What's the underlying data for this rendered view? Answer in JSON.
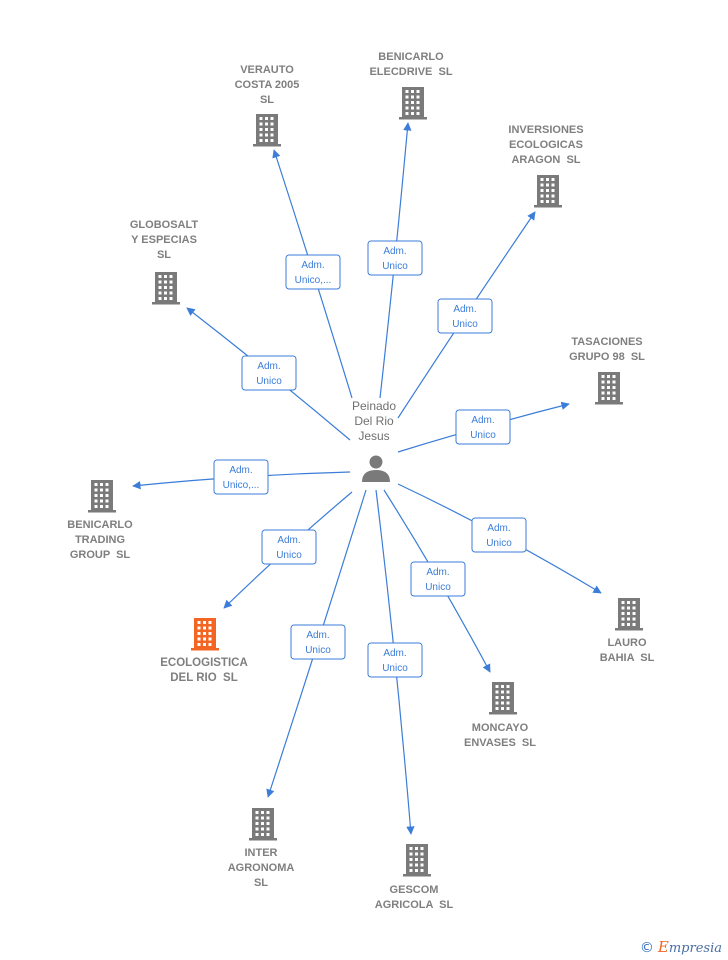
{
  "center": {
    "name_lines": [
      "Peinado",
      "Del Rio",
      "Jesus"
    ]
  },
  "colors": {
    "edge": "#3b7dd8",
    "building": "#7a7a7a",
    "highlight": "#f26522"
  },
  "companies": [
    {
      "id": "verauto",
      "lines": [
        "VERAUTO",
        "COSTA 2005",
        "SL"
      ],
      "role": [
        "Adm.",
        "Unico,..."
      ]
    },
    {
      "id": "benicarlo-elecdrive",
      "lines": [
        "BENICARLO",
        "ELECDRIVE  SL"
      ],
      "role": [
        "Adm.",
        "Unico"
      ]
    },
    {
      "id": "inversiones",
      "lines": [
        "INVERSIONES",
        "ECOLOGICAS",
        "ARAGON  SL"
      ],
      "role": [
        "Adm.",
        "Unico"
      ]
    },
    {
      "id": "globosalt",
      "lines": [
        "GLOBOSALT",
        "Y ESPECIAS",
        "SL"
      ],
      "role": [
        "Adm.",
        "Unico"
      ]
    },
    {
      "id": "tasaciones",
      "lines": [
        "TASACIONES",
        "GRUPO 98  SL"
      ],
      "role": [
        "Adm.",
        "Unico"
      ]
    },
    {
      "id": "benicarlo-trading",
      "lines": [
        "BENICARLO",
        "TRADING",
        "GROUP  SL"
      ],
      "role": [
        "Adm.",
        "Unico,..."
      ]
    },
    {
      "id": "ecologistica",
      "lines": [
        "ECOLOGISTICA",
        "DEL RIO  SL"
      ],
      "role": [
        "Adm.",
        "Unico"
      ],
      "highlight": true
    },
    {
      "id": "lauro",
      "lines": [
        "LAURO",
        "BAHIA  SL"
      ],
      "role": [
        "Adm.",
        "Unico"
      ]
    },
    {
      "id": "moncayo",
      "lines": [
        "MONCAYO",
        "ENVASES  SL"
      ],
      "role": [
        "Adm.",
        "Unico"
      ]
    },
    {
      "id": "inter",
      "lines": [
        "INTER",
        "AGRONOMA",
        "SL"
      ],
      "role": [
        "Adm.",
        "Unico"
      ]
    },
    {
      "id": "gescom",
      "lines": [
        "GESCOM",
        "AGRICOLA  SL"
      ],
      "role": [
        "Adm.",
        "Unico"
      ]
    }
  ],
  "brand": {
    "copyright": "©",
    "first_letter": "E",
    "rest": "mpresia"
  }
}
